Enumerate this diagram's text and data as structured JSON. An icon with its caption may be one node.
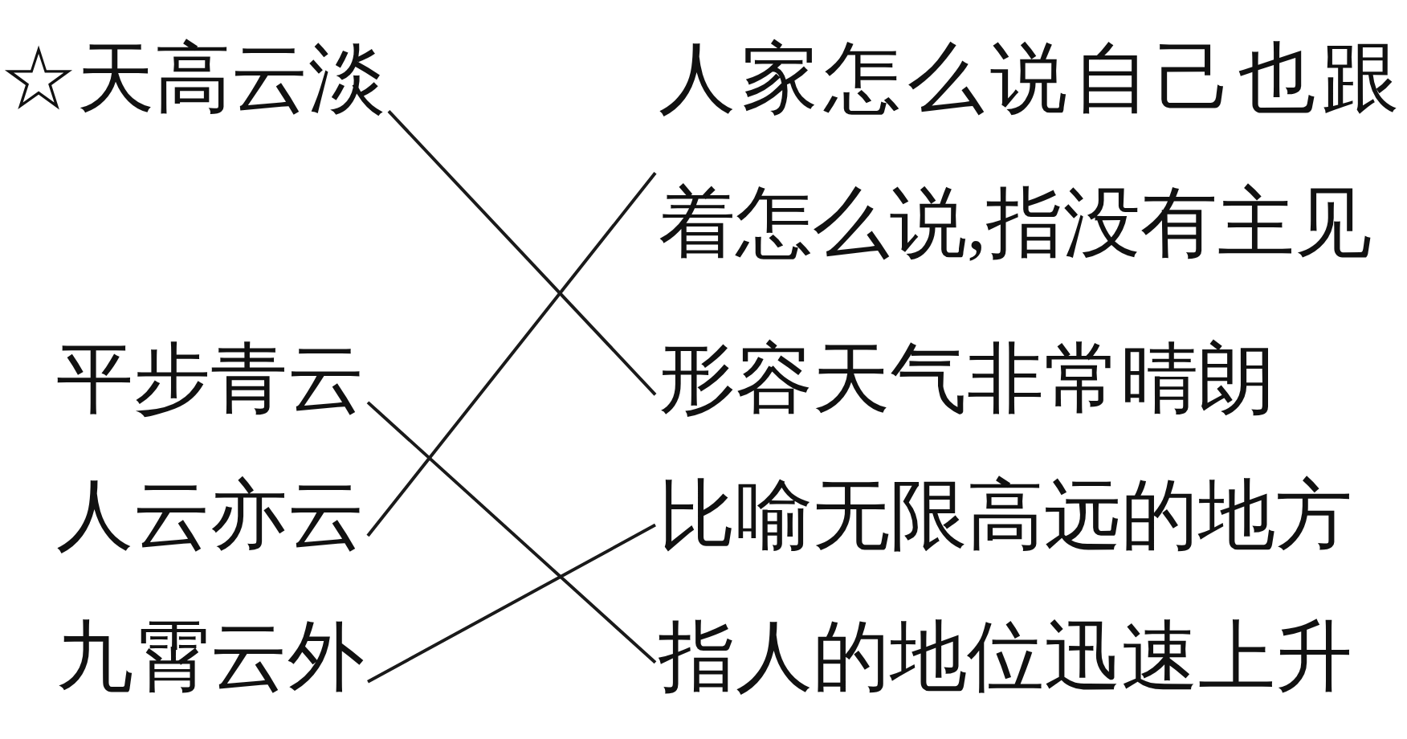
{
  "diagram": {
    "nodes": [
      {
        "text": [
          "☆天高云淡"
        ]
      },
      {
        "text": [
          "平步青云"
        ]
      },
      {
        "text": [
          "人云亦云"
        ]
      },
      {
        "text": [
          "九霄云外"
        ]
      },
      {
        "text": [
          "人家怎么说自己也跟着怎么说,指没有主见"
        ]
      },
      {
        "text": [
          "形容天气非常晴朗"
        ]
      },
      {
        "text": [
          "比喻无限高远的地方"
        ]
      },
      {
        "text": [
          "指人的地位迅速上升"
        ]
      }
    ],
    "edges": [
      {
        "from": 0,
        "to": 5,
        "arrow": "none"
      },
      {
        "from": 1,
        "to": 7,
        "arrow": "none"
      },
      {
        "from": 2,
        "to": 4,
        "arrow": "none"
      },
      {
        "from": 3,
        "to": 6,
        "arrow": "none"
      }
    ]
  }
}
